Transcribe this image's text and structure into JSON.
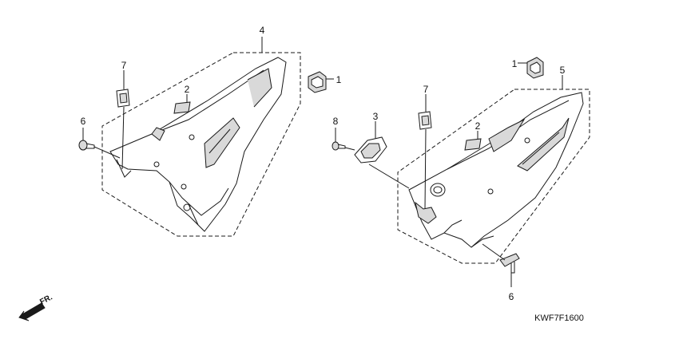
{
  "diagram": {
    "part_labels": {
      "left_cover": "4",
      "left_emblem": "2",
      "left_clip": "7",
      "left_screw": "6",
      "center_grommet": "1",
      "cap": "3",
      "cap_screw": "8",
      "right_clip": "7",
      "right_emblem": "2",
      "right_grommet": "1",
      "right_cover": "5",
      "right_screw": "6"
    },
    "front_indicator": "FR.",
    "diagram_code": "KWF7F1600"
  },
  "colors": {
    "line": "#1a1a1a",
    "part_fill": "#ffffff",
    "shade": "#d9d9d9"
  }
}
